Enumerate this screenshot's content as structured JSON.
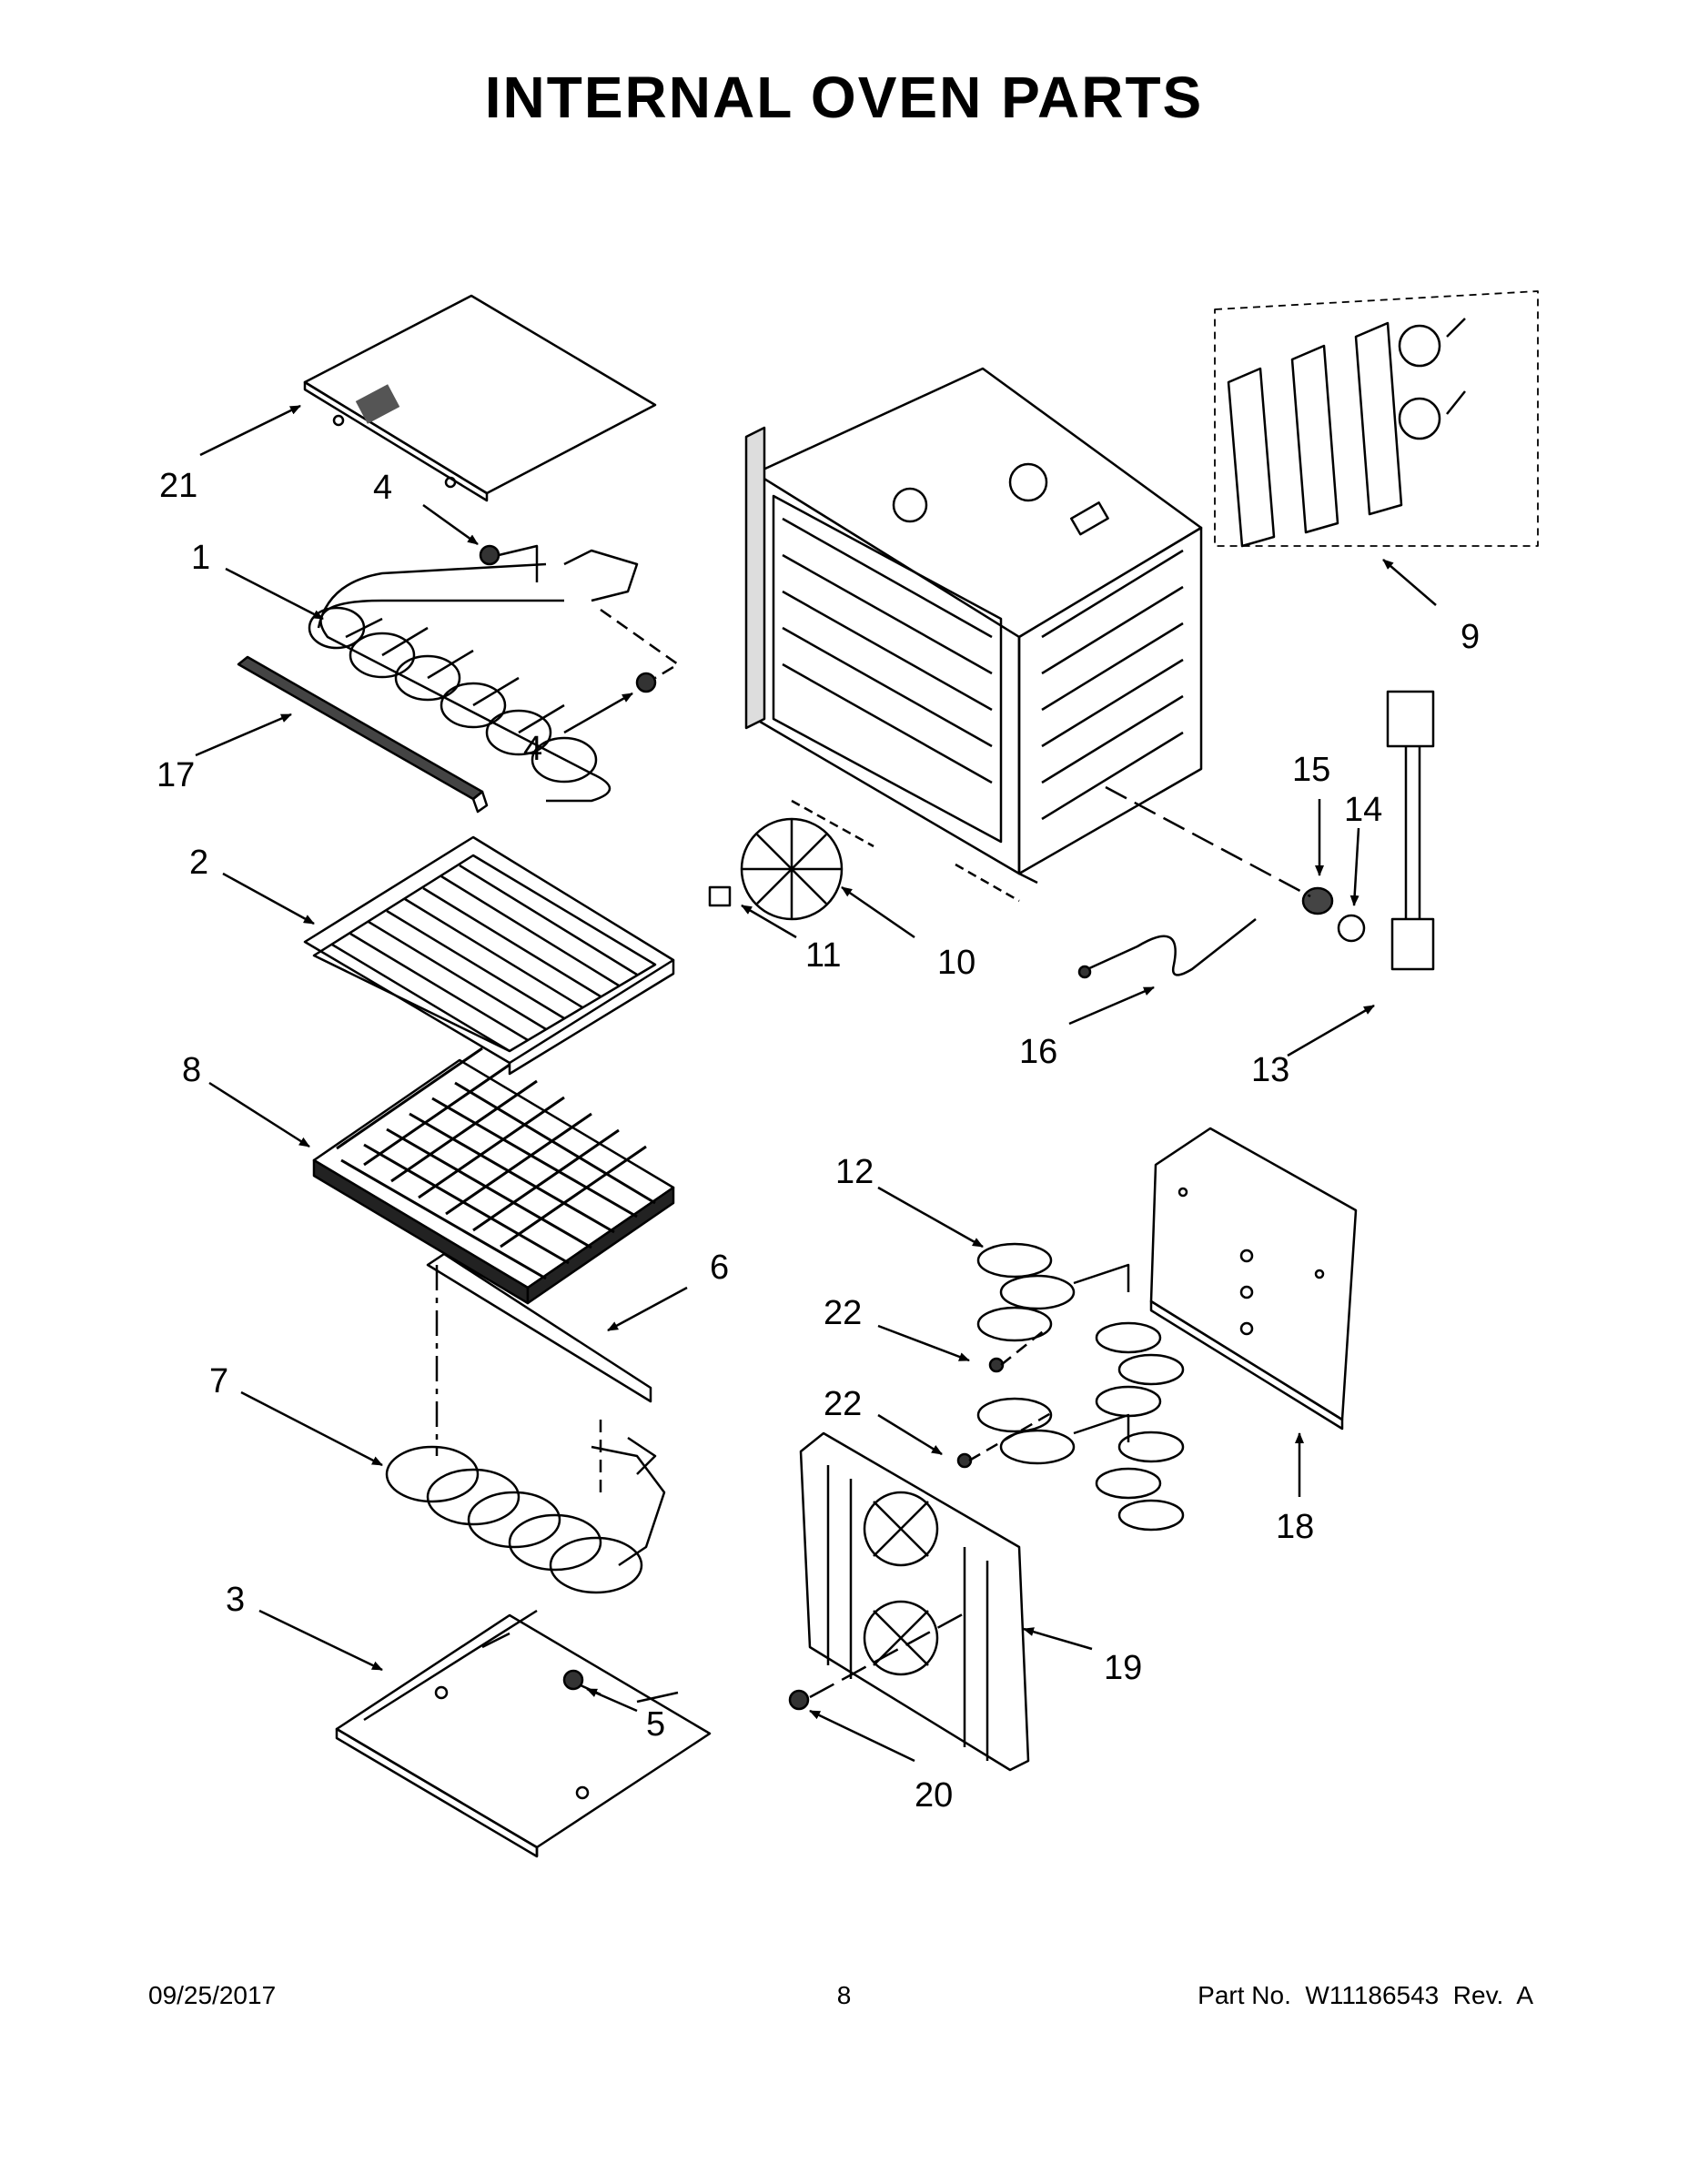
{
  "title": "INTERNAL OVEN PARTS",
  "footer": {
    "date": "09/25/2017",
    "page": "8",
    "part": "Part No.  W11186543  Rev.  A"
  },
  "callouts": [
    {
      "id": "c21",
      "label": "21"
    },
    {
      "id": "c4a",
      "label": "4"
    },
    {
      "id": "c1",
      "label": "1"
    },
    {
      "id": "c4b",
      "label": "4"
    },
    {
      "id": "c17",
      "label": "17"
    },
    {
      "id": "c2",
      "label": "2"
    },
    {
      "id": "c8",
      "label": "8"
    },
    {
      "id": "c6",
      "label": "6"
    },
    {
      "id": "c7",
      "label": "7"
    },
    {
      "id": "c3",
      "label": "3"
    },
    {
      "id": "c5",
      "label": "5"
    },
    {
      "id": "c9",
      "label": "9"
    },
    {
      "id": "c15",
      "label": "15"
    },
    {
      "id": "c14",
      "label": "14"
    },
    {
      "id": "c11",
      "label": "11"
    },
    {
      "id": "c10",
      "label": "10"
    },
    {
      "id": "c16",
      "label": "16"
    },
    {
      "id": "c13",
      "label": "13"
    },
    {
      "id": "c12",
      "label": "12"
    },
    {
      "id": "c22a",
      "label": "22"
    },
    {
      "id": "c22b",
      "label": "22"
    },
    {
      "id": "c18",
      "label": "18"
    },
    {
      "id": "c19",
      "label": "19"
    },
    {
      "id": "c20",
      "label": "20"
    }
  ]
}
